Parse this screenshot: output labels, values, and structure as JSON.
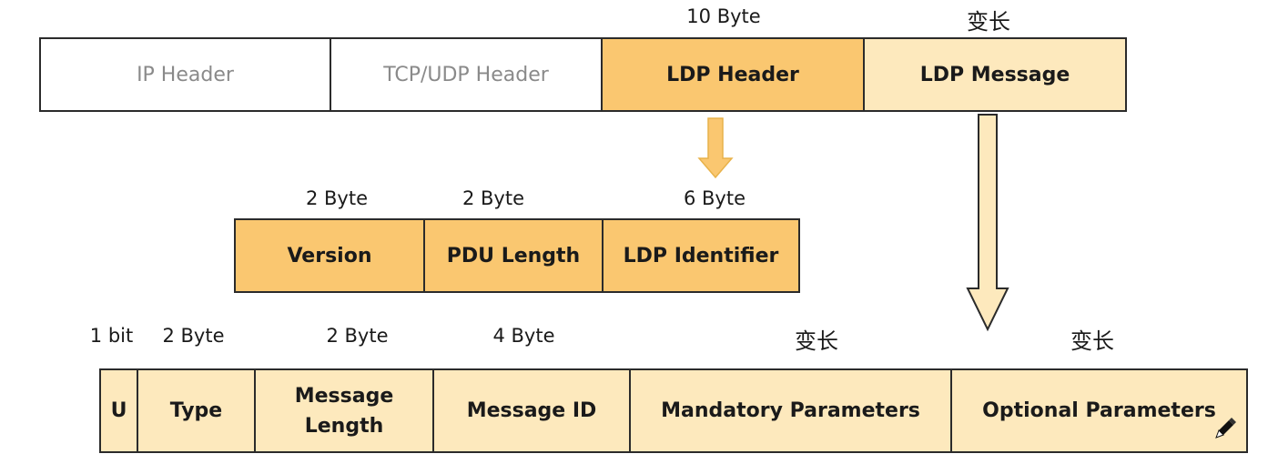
{
  "frame": {
    "top_row": {
      "cells": [
        "IP Header",
        "TCP/UDP Header",
        "LDP Header",
        "LDP Message"
      ],
      "size_labels": [
        "10 Byte",
        "变长"
      ]
    },
    "header_row": {
      "cells": [
        "Version",
        "PDU Length",
        "LDP Identifier"
      ],
      "size_labels": [
        "2 Byte",
        "2 Byte",
        "6 Byte"
      ]
    },
    "message_row": {
      "cells": [
        "U",
        "Type",
        "Message Length",
        "Message ID",
        "Mandatory Parameters",
        "Optional Parameters"
      ],
      "size_labels": [
        "1 bit",
        "2 Byte",
        "2 Byte",
        "4 Byte",
        "变长",
        "变长"
      ]
    }
  },
  "colors": {
    "header_fill": "#fac770",
    "message_fill": "#fde9bd",
    "arrow_fill_light": "#fde9bd",
    "arrow_fill_orange": "#fac770",
    "border": "#2b2b2b",
    "muted_text": "#8a8a8a"
  },
  "icons": [
    "arrow-down-icon",
    "pen-icon"
  ]
}
